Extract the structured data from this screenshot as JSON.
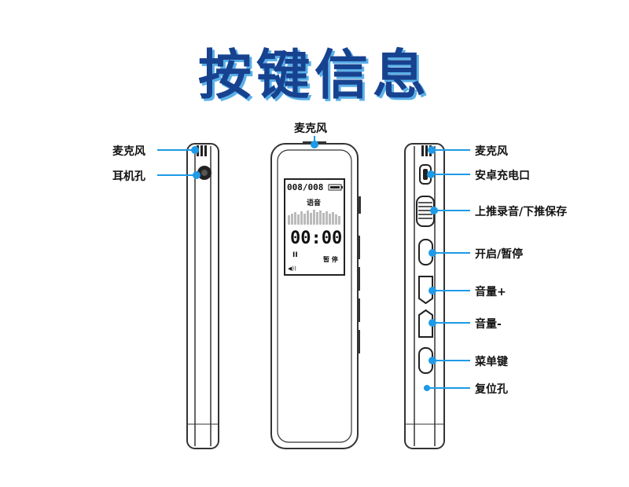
{
  "title": "按键信息",
  "colors": {
    "title": "#17428f",
    "title_shadow": "#5ab0e8",
    "pointer": "#1e9ae6",
    "outline": "#333333"
  },
  "labels": {
    "left_mic": "麦克风",
    "left_earphone": "耳机孔",
    "top_mic": "麦克风",
    "right_mic": "麦克风",
    "right_charge": "安卓充电口",
    "right_switch": "上推录音/下推保存",
    "right_play": "开启/暂停",
    "right_vol_up": "音量+",
    "right_vol_down": "音量-",
    "right_menu": "菜单键",
    "right_reset": "复位孔"
  },
  "screen": {
    "counter": "008/008",
    "mode": "语音",
    "time": "00:00",
    "status_right": "暂 停",
    "pause_glyph": "II",
    "volume_glyph": "◀))"
  },
  "icons": {
    "pointer": "dot-icon",
    "battery": "battery-icon"
  }
}
